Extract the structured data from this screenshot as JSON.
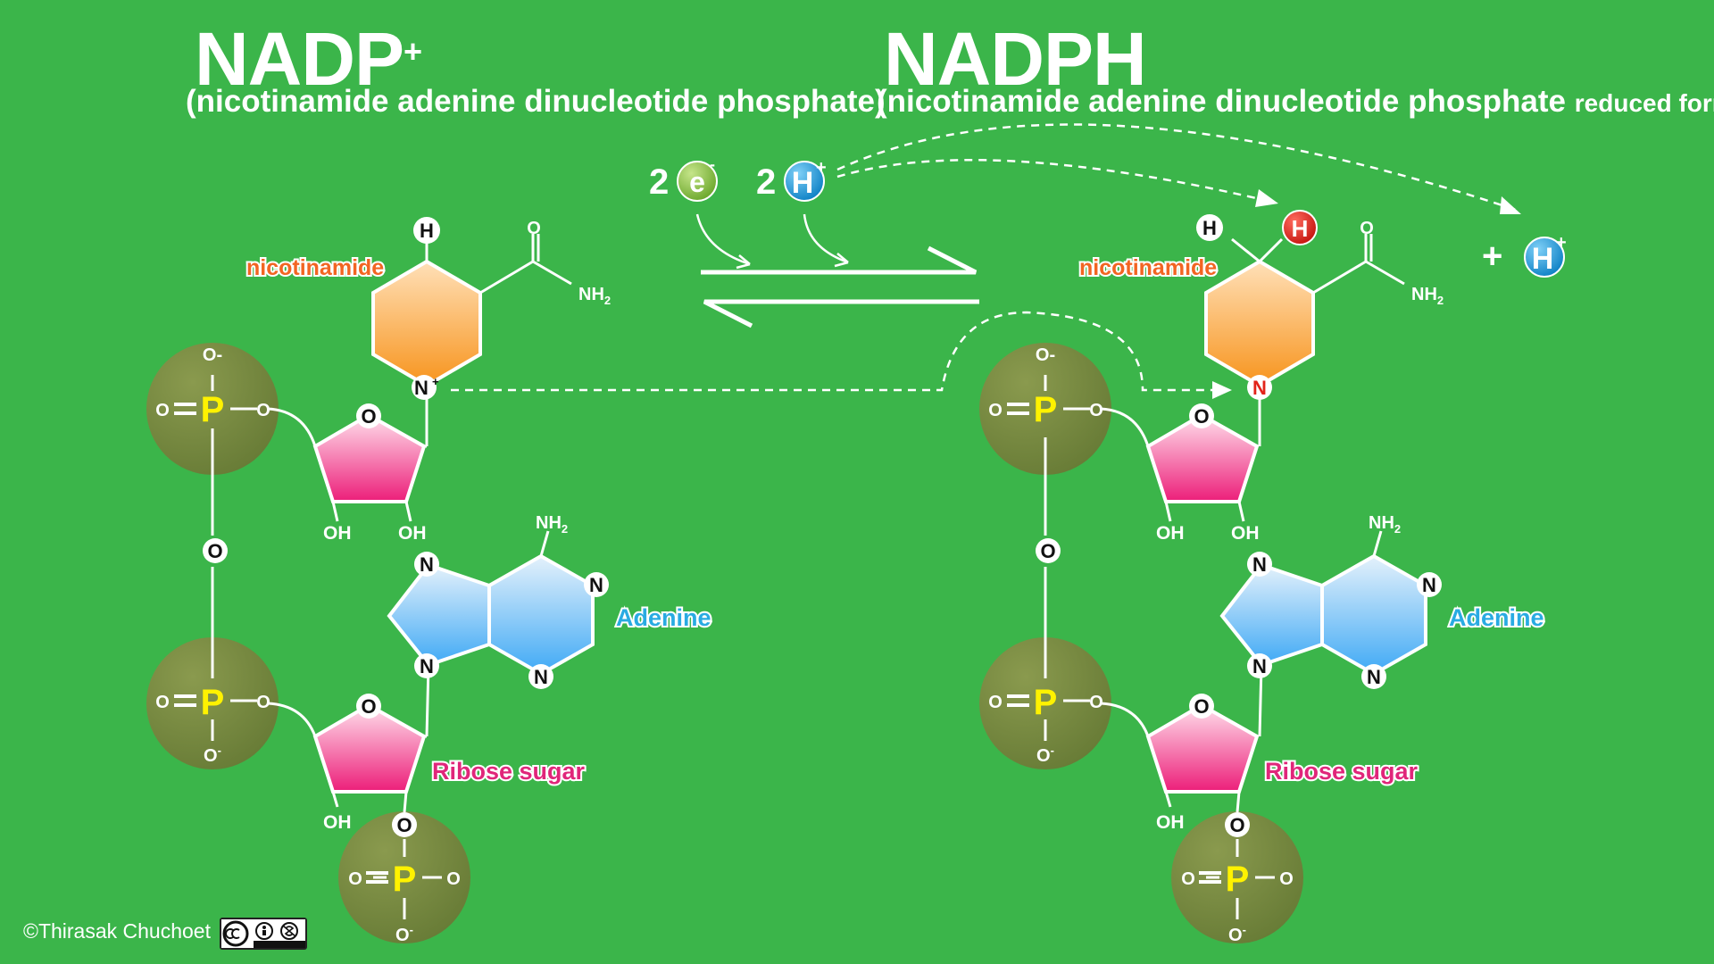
{
  "titles": {
    "left": {
      "main": "NADP",
      "sup": "+",
      "sub": "(nicotinamide adenine dinucleotide phosphate)"
    },
    "right": {
      "main": "NADPH",
      "sub": "(nicotinamide adenine dinucleotide phosphate",
      "sub_small": "reduced form)"
    }
  },
  "reaction": {
    "electron_coef": "2",
    "electron_symbol": "e",
    "electron_charge": "-",
    "proton_coef": "2",
    "proton_symbol": "H",
    "proton_charge": "+",
    "released_plus": "+",
    "released_proton": "H",
    "released_proton_charge": "+"
  },
  "labels": {
    "nicotinamide": "nicotinamide",
    "adenine": "Adenine",
    "ribose": "Ribose sugar"
  },
  "atoms": {
    "H": "H",
    "O": "O",
    "N": "N",
    "P": "P",
    "OH": "OH",
    "NH2": "NH",
    "sub2": "2",
    "Ominus": "O-",
    "Nplus": "N",
    "plus": "+",
    "minus": "-"
  },
  "colors": {
    "background": "#3bb54a",
    "nicotinamide_label": "#f26522",
    "adenine_label": "#29abe2",
    "ribose_label": "#e0267a",
    "electron": "#8dc63f",
    "proton": "#1ba1e2",
    "added_hydrogen": "#e2231a",
    "phosphorus": "#fff200"
  },
  "credit": "©Thirasak Chuchoet",
  "license_icons": [
    "cc-icon",
    "by-icon",
    "nc-icon"
  ]
}
